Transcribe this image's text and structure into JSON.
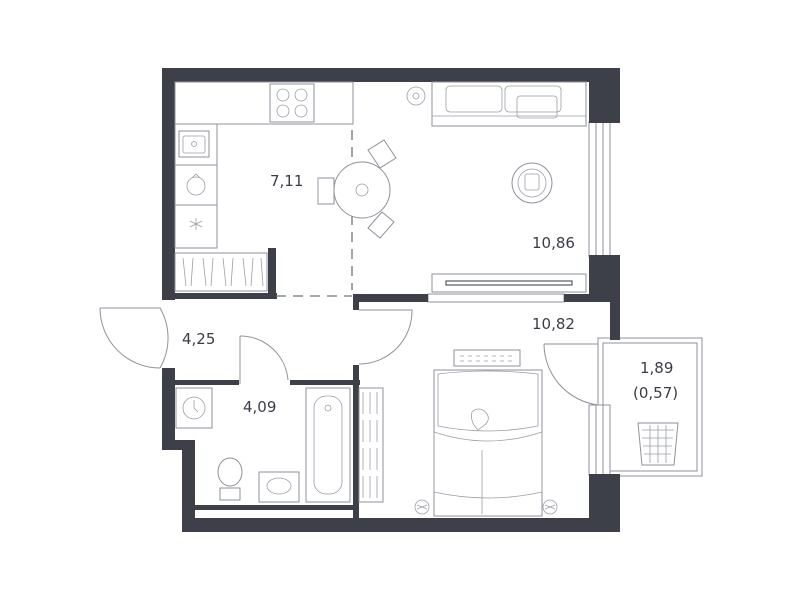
{
  "plan": {
    "wall_color": "#3d4049",
    "line_color": "#8e929b",
    "rooms": [
      {
        "id": "kitchen",
        "area": "7,11"
      },
      {
        "id": "living-room",
        "area": "10,86"
      },
      {
        "id": "hallway",
        "area": "4,25"
      },
      {
        "id": "bathroom",
        "area": "4,09"
      },
      {
        "id": "bedroom",
        "area": "10,82"
      },
      {
        "id": "balcony",
        "area": "1,89",
        "area_reduced": "(0,57)"
      }
    ]
  }
}
